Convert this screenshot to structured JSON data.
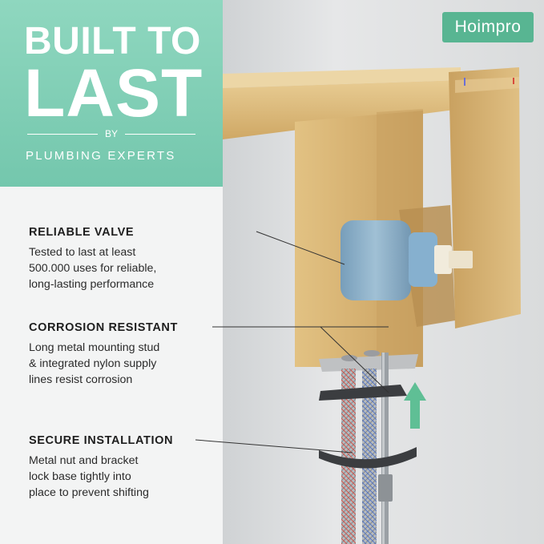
{
  "header": {
    "title_line1": "BUILT TO",
    "title_line2": "LAST",
    "by": "BY",
    "subtitle": "PLUMBING EXPERTS"
  },
  "brand": {
    "logo_text": "Hoimpro"
  },
  "features": [
    {
      "heading": "RELIABLE VALVE",
      "lines": [
        "Tested to last at least",
        "500.000 uses for reliable,",
        "long-lasting performance"
      ]
    },
    {
      "heading": "CORROSION RESISTANT",
      "lines": [
        "Long metal mounting stud",
        "& integrated nylon supply",
        "lines resist corrosion"
      ]
    },
    {
      "heading": "SECURE INSTALLATION",
      "lines": [
        "Metal nut and bracket",
        "lock base tightly into",
        "place to prevent shifting"
      ]
    }
  ],
  "colors": {
    "header_green": "#7ccdb3",
    "logo_green": "#58b592",
    "faucet_gold": "#d9b676",
    "valve_blue": "#7da8c9",
    "arrow_green": "#5fbf95",
    "hose_red": "#d8483c",
    "hose_blue": "#4a6fc9"
  },
  "icons": [
    "up-arrow-icon"
  ]
}
